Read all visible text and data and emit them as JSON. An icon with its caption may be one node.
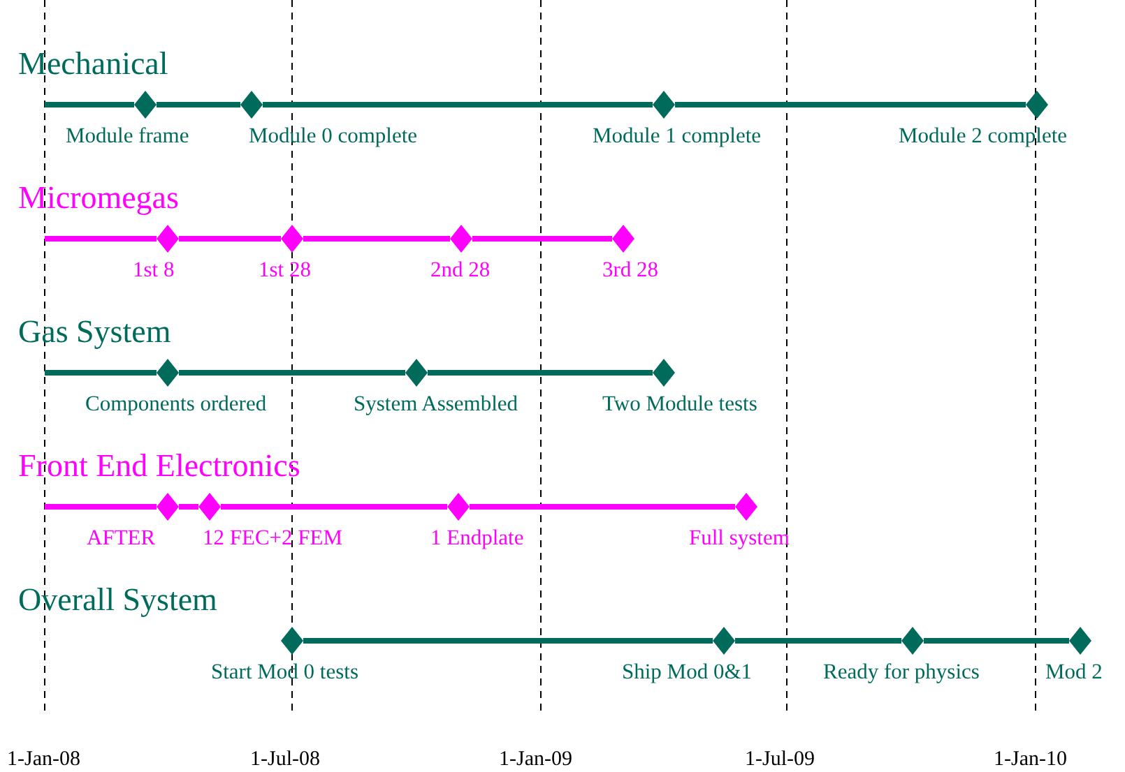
{
  "diagram": {
    "nodes": [
      {
        "text": [],
        "shape": "diamond",
        "beside": [
          "Module frame"
        ]
      },
      {
        "text": [],
        "shape": "diamond",
        "beside": [
          "Module 0 complete"
        ]
      },
      {
        "text": [],
        "shape": "diamond",
        "beside": [
          "Module 1 complete"
        ]
      },
      {
        "text": [],
        "shape": "diamond",
        "beside": [
          "Module 2 complete"
        ]
      },
      {
        "text": [],
        "shape": "diamond",
        "beside": [
          "1st 8"
        ]
      },
      {
        "text": [],
        "shape": "diamond",
        "beside": [
          "1st 28"
        ]
      },
      {
        "text": [],
        "shape": "diamond",
        "beside": [
          "2nd 28"
        ]
      },
      {
        "text": [],
        "shape": "diamond",
        "beside": [
          "3rd 28"
        ]
      },
      {
        "text": [],
        "shape": "diamond",
        "beside": [
          "Components ordered"
        ]
      },
      {
        "text": [],
        "shape": "diamond",
        "beside": [
          "System Assembled"
        ]
      },
      {
        "text": [],
        "shape": "diamond",
        "beside": [
          "Two Module tests"
        ]
      },
      {
        "text": [],
        "shape": "diamond",
        "beside": [
          "AFTER"
        ]
      },
      {
        "text": [],
        "shape": "diamond",
        "beside": [
          "12 FEC+2 FEM"
        ]
      },
      {
        "text": [],
        "shape": "diamond",
        "beside": [
          "1 Endplate"
        ]
      },
      {
        "text": [],
        "shape": "diamond",
        "beside": [
          "Full system"
        ]
      },
      {
        "text": [],
        "shape": "diamond",
        "beside": [
          "Start Mod 0 tests"
        ]
      },
      {
        "text": [],
        "shape": "diamond",
        "beside": [
          "Ship Mod 0&1"
        ]
      },
      {
        "text": [],
        "shape": "diamond",
        "beside": [
          "Ready for physics"
        ]
      },
      {
        "text": [],
        "shape": "diamond",
        "beside": [
          "Mod 2"
        ]
      }
    ],
    "edges": [
      {
        "from": null,
        "to": 0,
        "arrow": "none"
      },
      {
        "from": 0,
        "to": 1,
        "arrow": "none"
      },
      {
        "from": 1,
        "to": 2,
        "arrow": "none"
      },
      {
        "from": 2,
        "to": 3,
        "arrow": "none"
      },
      {
        "from": null,
        "to": 4,
        "arrow": "none",
        "color": "#ff00ff"
      },
      {
        "from": 4,
        "to": 5,
        "arrow": "none",
        "color": "#ff00ff"
      },
      {
        "from": 5,
        "to": 6,
        "arrow": "none",
        "color": "#ff00ff"
      },
      {
        "from": 6,
        "to": 7,
        "arrow": "none",
        "color": "#ff00ff"
      },
      {
        "from": null,
        "to": 8,
        "arrow": "none"
      },
      {
        "from": 8,
        "to": 9,
        "arrow": "none"
      },
      {
        "from": 9,
        "to": 10,
        "arrow": "none"
      },
      {
        "from": null,
        "to": 11,
        "arrow": "none",
        "color": "#ff00ff"
      },
      {
        "from": 11,
        "to": 12,
        "arrow": "none",
        "color": "#ff00ff"
      },
      {
        "from": 12,
        "to": 13,
        "arrow": "none",
        "color": "#ff00ff"
      },
      {
        "from": 13,
        "to": 14,
        "arrow": "none",
        "color": "#ff00ff"
      },
      {
        "from": 15,
        "to": 16,
        "arrow": "none"
      },
      {
        "from": 16,
        "to": 17,
        "arrow": "none"
      },
      {
        "from": 17,
        "to": 18,
        "arrow": "none"
      }
    ],
    "labels": [
      "Mechanical",
      "Micromegas",
      "Gas System",
      "Front End Electronics",
      "Overall System",
      "1-Jan-08",
      "1-Jul-08",
      "1-Jan-09",
      "1-Jul-09",
      "1-Jan-10"
    ]
  }
}
